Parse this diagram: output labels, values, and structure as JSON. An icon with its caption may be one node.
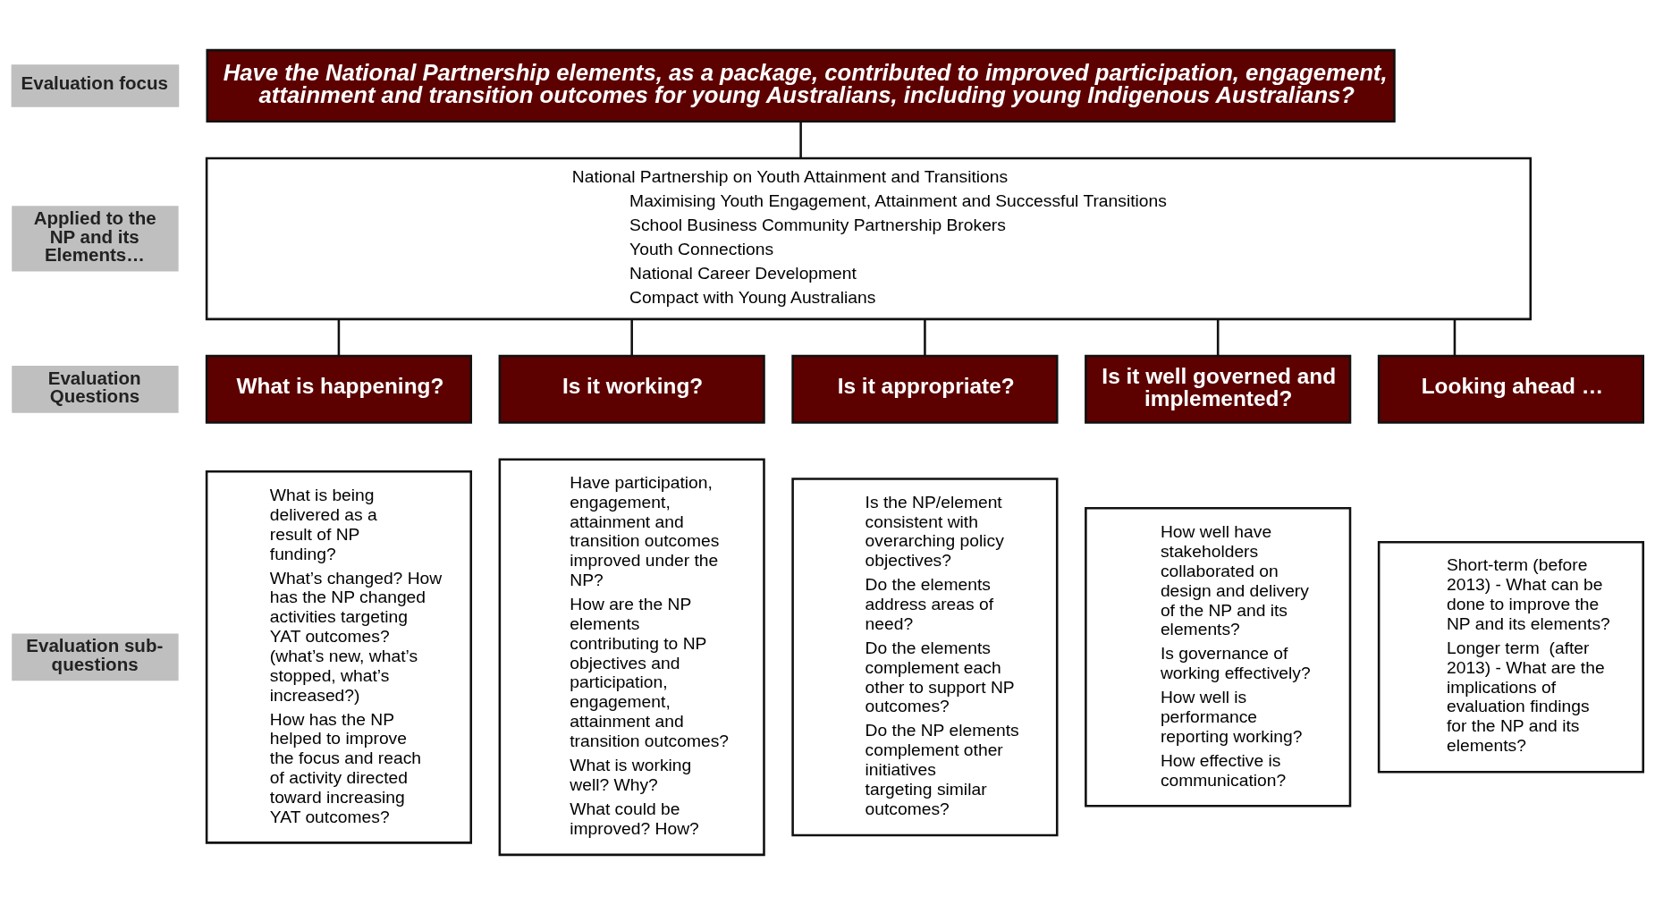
{
  "diagram": {
    "nodes": [
      {
        "text": [
          "Evaluation focus"
        ]
      },
      {
        "text": [
          "Applied to the NP and its Elements…"
        ]
      },
      {
        "text": [
          "Evaluation Questions"
        ]
      },
      {
        "text": [
          "Evaluation sub-questions"
        ]
      },
      {
        "text": [
          "Have the National Partnership elements, as a package, contributed to improved participation, engagement, attainment and transition outcomes for young Australians, including young Indigenous Australians?"
        ]
      },
      {
        "text": [
          "National Partnership on Youth Attainment and Transitions",
          "Maximising Youth Engagement, Attainment and Successful Transitions",
          "School Business Community Partnership Brokers",
          "Youth Connections",
          "National Career Development",
          "Compact with Young Australians"
        ]
      },
      {
        "text": [
          "What is happening?"
        ]
      },
      {
        "text": [
          "Is it working?"
        ]
      },
      {
        "text": [
          "Is it appropriate?"
        ]
      },
      {
        "text": [
          "Is it well governed and implemented?"
        ]
      },
      {
        "text": [
          "Looking ahead …"
        ]
      },
      {
        "text": [
          "What is being delivered as a result of NP funding?",
          "What’s changed? How has the NP changed activities targeting YAT outcomes? (what’s new, what’s stopped, what’s increased?)",
          "How has the NP helped to improve the focus and reach of activity directed toward increasing YAT outcomes?"
        ]
      },
      {
        "text": [
          "Have participation, engagement, attainment and transition outcomes improved under the NP?",
          "How are the NP elements contributing to NP objectives and participation, engagement, attainment and transition outcomes?",
          "What is working well? Why?",
          "What could be improved? How?"
        ]
      },
      {
        "text": [
          "Is the NP/element consistent with overarching policy objectives?",
          "Do the elements address areas of need?",
          "Do the elements complement each other to support NP outcomes?",
          "Do the NP elements complement other initiatives targeting similar outcomes?"
        ]
      },
      {
        "text": [
          "How well have stakeholders collaborated on design and delivery of the NP and its elements?",
          "Is governance of working effectively?",
          "How well is performance reporting working?",
          "How effective is communication?"
        ]
      },
      {
        "text": [
          "Short-term (before 2013) - What can be done to improve the NP and its elements?",
          "Longer term  (after 2013) - What are the implications of evaluation findings for the NP and its elements?"
        ]
      }
    ],
    "edges": [
      {
        "from": 4,
        "to": 5,
        "arrow": "none"
      },
      {
        "from": 5,
        "to": 6,
        "arrow": "none"
      },
      {
        "from": 5,
        "to": 7,
        "arrow": "none"
      },
      {
        "from": 5,
        "to": 8,
        "arrow": "none"
      },
      {
        "from": 5,
        "to": 9,
        "arrow": "none"
      },
      {
        "from": 5,
        "to": 10,
        "arrow": "none"
      }
    ]
  }
}
